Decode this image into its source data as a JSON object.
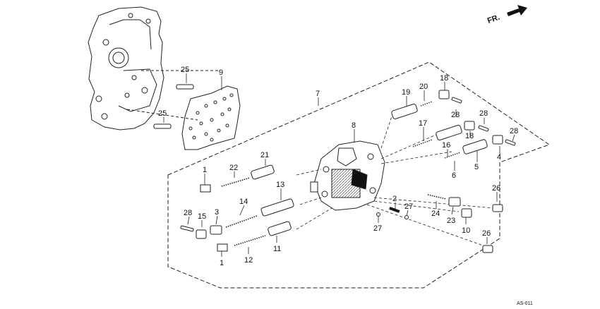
{
  "direction_label": "FR.",
  "figure_code": "AS-011",
  "callouts": {
    "c1a": "1",
    "c1b": "1",
    "c2": "2",
    "c3": "3",
    "c4": "4",
    "c5": "5",
    "c6": "6",
    "c7": "7",
    "c8": "8",
    "c9": "9",
    "c10": "10",
    "c11": "11",
    "c12": "12",
    "c13": "13",
    "c14": "14",
    "c15": "15",
    "c16": "16",
    "c17": "17",
    "c18a": "18",
    "c18b": "18",
    "c19": "19",
    "c20": "20",
    "c21": "21",
    "c22": "22",
    "c23": "23",
    "c24": "24",
    "c25a": "25",
    "c25b": "25",
    "c26a": "26",
    "c26b": "26",
    "c27a": "27",
    "c27b": "27",
    "c28a": "28",
    "c28b": "28",
    "c28c": "28",
    "c28d": "28"
  }
}
